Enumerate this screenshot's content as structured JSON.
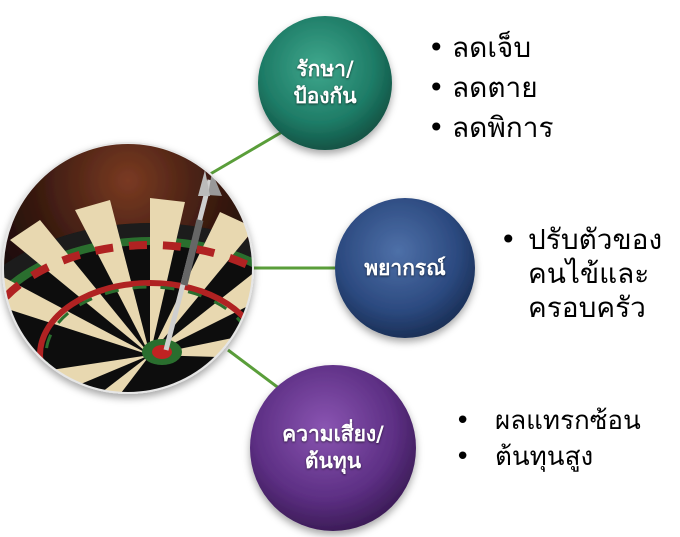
{
  "nodes": {
    "prevention": {
      "label_line1": "รักษา/",
      "label_line2": "ป้องกัน",
      "color": "#1e7b66"
    },
    "prognosis": {
      "label": "พยากรณ์",
      "color": "#2c4a80"
    },
    "risk": {
      "label_line1": "ความเสี่ยง/",
      "label_line2": "ต้นทุน",
      "color": "#5d2f84"
    }
  },
  "bullets": {
    "prevention": [
      "ลดเจ็บ",
      "ลดตาย",
      "ลดพิการ"
    ],
    "prognosis_line1": "ปรับตัวของ",
    "prognosis_line2": "คนไข้และ",
    "prognosis_line3": "ครอบครัว",
    "risk": [
      "ผลแทรกซ้อน",
      "ต้นทุนสูง"
    ]
  },
  "bullet_char": "•",
  "connector_color": "#5a9e3a",
  "image": {
    "name": "dartboard-image"
  }
}
